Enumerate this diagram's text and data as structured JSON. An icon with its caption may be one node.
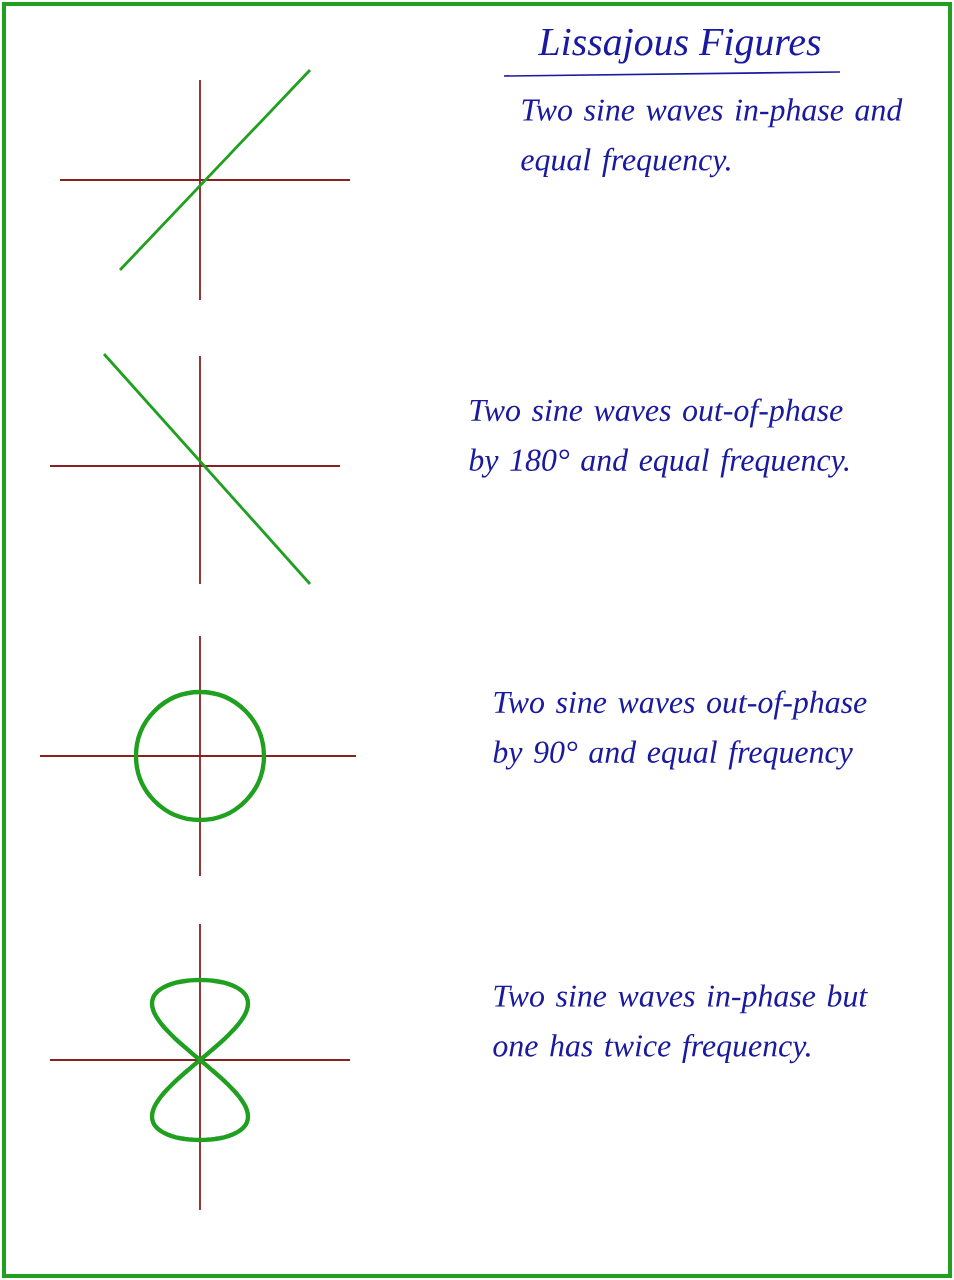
{
  "diagram": {
    "title": "Lissajous Figures",
    "labels": [
      "Two sine waves in-phase and equal frequency.",
      "Two sine waves out-of-phase by 180° and equal frequency.",
      "Two sine waves out-of-phase by 90° and equal frequency",
      "Two sine waves in-phase but one has twice frequency."
    ]
  }
}
